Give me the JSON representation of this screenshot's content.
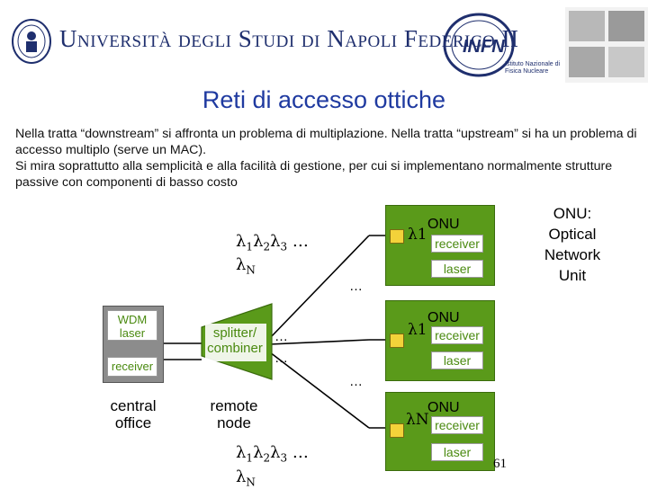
{
  "header": {
    "university_name": "Università degli Studi di Napoli Federico II",
    "infn_logo_text": "INFN",
    "infn_subtitle": "Istituto Nazionale di Fisica Nucleare"
  },
  "slide": {
    "title": "Reti di accesso ottiche",
    "paragraph1": "Nella tratta “downstream” si affronta un problema di multiplazione. Nella tratta “upstream” si ha un problema di accesso multiplo (serve un MAC).",
    "paragraph2": "Si mira soprattutto alla semplicità e alla facilità di gestione, per cui si implementano normalmente strutture passive con componenti di basso costo",
    "page_number": "61"
  },
  "diagram": {
    "central_office": {
      "laser_label": "WDM laser",
      "receiver_label": "receiver",
      "caption": "central office"
    },
    "remote_node": {
      "label": "splitter/ combiner",
      "caption": "remote node",
      "ellipsis": "…"
    },
    "wavelengths_top": {
      "line1": "λ1λ2λ3 …",
      "line2": "λN"
    },
    "wavelengths_bottom": {
      "line1": "λ1λ2λ3 …",
      "line2": "λN"
    },
    "between_ellipsis": "…",
    "onu_units": [
      {
        "title": "ONU",
        "lambda": "λ1",
        "receiver": "receiver",
        "laser": "laser"
      },
      {
        "title": "ONU",
        "lambda": "λ1",
        "receiver": "receiver",
        "laser": "laser"
      },
      {
        "title": "ONU",
        "lambda": "λN",
        "receiver": "receiver",
        "laser": "laser"
      }
    ],
    "onu_definition": "ONU: Optical Network Unit"
  },
  "colors": {
    "title": "#1f3aa0",
    "box_green": "#5a9a1a",
    "box_grey": "#8c8c8c",
    "inner_text": "#4a8a10"
  }
}
